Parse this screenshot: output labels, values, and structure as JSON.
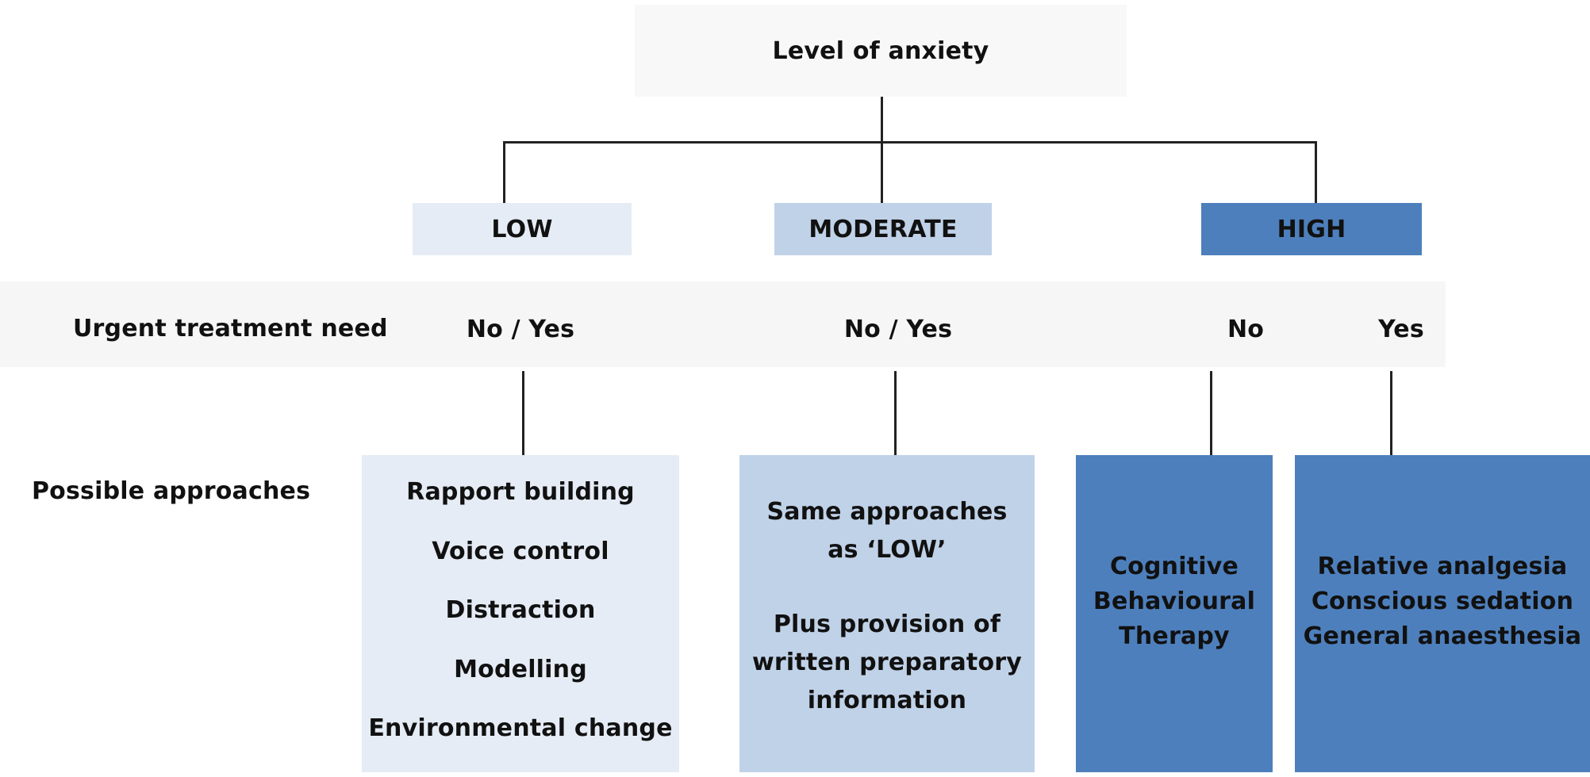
{
  "root": {
    "label": "Level of anxiety"
  },
  "levels": [
    {
      "label": "LOW",
      "color": "#e5ecf5"
    },
    {
      "label": "MODERATE",
      "color": "#c0d2e8"
    },
    {
      "label": "HIGH",
      "color": "#4d7fbc"
    }
  ],
  "urgent": {
    "label": "Urgent treatment need",
    "low": "No / Yes",
    "moderate": "No / Yes",
    "high_no": "No",
    "high_yes": "Yes"
  },
  "approaches": {
    "label": "Possible approaches",
    "low": [
      "Rapport building",
      "Voice control",
      "Distraction",
      "Modelling",
      "Environmental change"
    ],
    "moderate": [
      "Same approaches",
      "as ‘LOW’",
      "Plus provision of",
      "written preparatory",
      "information"
    ],
    "high_no": [
      "Cognitive",
      "Behavioural",
      "Therapy"
    ],
    "high_yes": [
      "Relative analgesia",
      "Conscious sedation",
      "General anaesthesia"
    ]
  }
}
